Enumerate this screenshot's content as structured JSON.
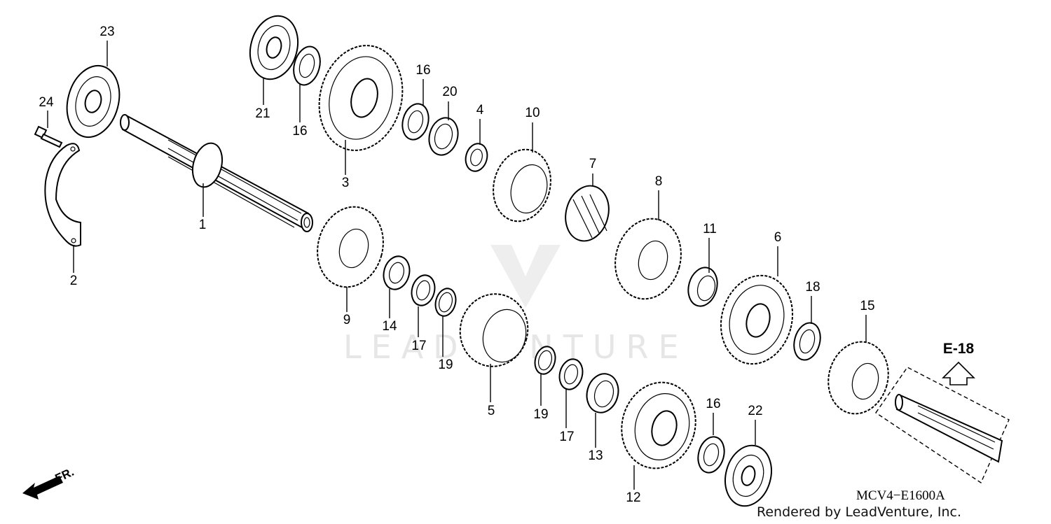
{
  "diagram": {
    "parts": [
      {
        "id": "p1",
        "label": "1"
      },
      {
        "id": "p2",
        "label": "2"
      },
      {
        "id": "p3",
        "label": "3"
      },
      {
        "id": "p4",
        "label": "4"
      },
      {
        "id": "p5",
        "label": "5"
      },
      {
        "id": "p6",
        "label": "6"
      },
      {
        "id": "p7",
        "label": "7"
      },
      {
        "id": "p8",
        "label": "8"
      },
      {
        "id": "p9",
        "label": "9"
      },
      {
        "id": "p10",
        "label": "10"
      },
      {
        "id": "p11",
        "label": "11"
      },
      {
        "id": "p12",
        "label": "12"
      },
      {
        "id": "p13",
        "label": "13"
      },
      {
        "id": "p14",
        "label": "14"
      },
      {
        "id": "p15",
        "label": "15"
      },
      {
        "id": "p16a",
        "label": "16"
      },
      {
        "id": "p16b",
        "label": "16"
      },
      {
        "id": "p16c",
        "label": "16"
      },
      {
        "id": "p17a",
        "label": "17"
      },
      {
        "id": "p17b",
        "label": "17"
      },
      {
        "id": "p18",
        "label": "18"
      },
      {
        "id": "p19a",
        "label": "19"
      },
      {
        "id": "p19b",
        "label": "19"
      },
      {
        "id": "p20",
        "label": "20"
      },
      {
        "id": "p21",
        "label": "21"
      },
      {
        "id": "p22",
        "label": "22"
      },
      {
        "id": "p23",
        "label": "23"
      },
      {
        "id": "p24",
        "label": "24"
      }
    ],
    "reference_label": "E-18",
    "direction_label": "FR.",
    "diagram_code": "MCV4−E1600A",
    "rendered_by": "Rendered by LeadVenture, Inc.",
    "watermark": "LEADVENTURE"
  }
}
